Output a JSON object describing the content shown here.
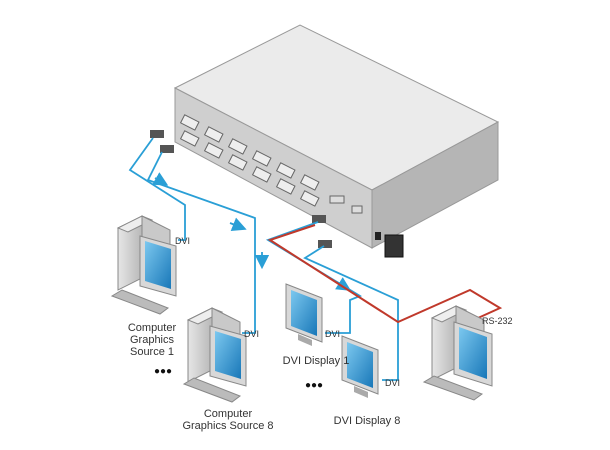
{
  "labels": {
    "source1": [
      "Computer",
      "Graphics",
      "Source 1"
    ],
    "source8": [
      "Computer",
      "Graphics Source 8"
    ],
    "dvi": "DVI",
    "display1": "DVI Display 1",
    "display8": "DVI Display 8",
    "rs232": "RS-232",
    "ellipsis": "●●●"
  },
  "colors": {
    "dvi_cable": "#2a9fd6",
    "rs232_cable": "#c0392b",
    "device_body": "#d2d2d2",
    "screen": "#1e88c8"
  }
}
